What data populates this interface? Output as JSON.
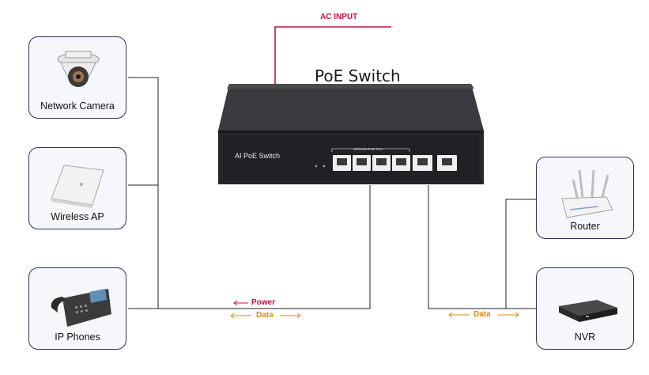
{
  "diagram": {
    "title": "PoE Switch",
    "ac_input": "AC INPUT",
    "switch": {
      "brand_label": "AI PoE Switch",
      "ports_caption": "10/100M PoE Port"
    },
    "devices": {
      "network_camera": "Network Camera",
      "wireless_ap": "Wireless AP",
      "ip_phones": "IP Phones",
      "router": "Router",
      "nvr": "NVR"
    },
    "flows": {
      "power": "Power",
      "data_left": "Data",
      "data_right": "Data"
    },
    "colors": {
      "power": "#c4123e",
      "data": "#e08a16",
      "card_border": "#2b3553",
      "switch_body": "#2a2b2d"
    }
  }
}
